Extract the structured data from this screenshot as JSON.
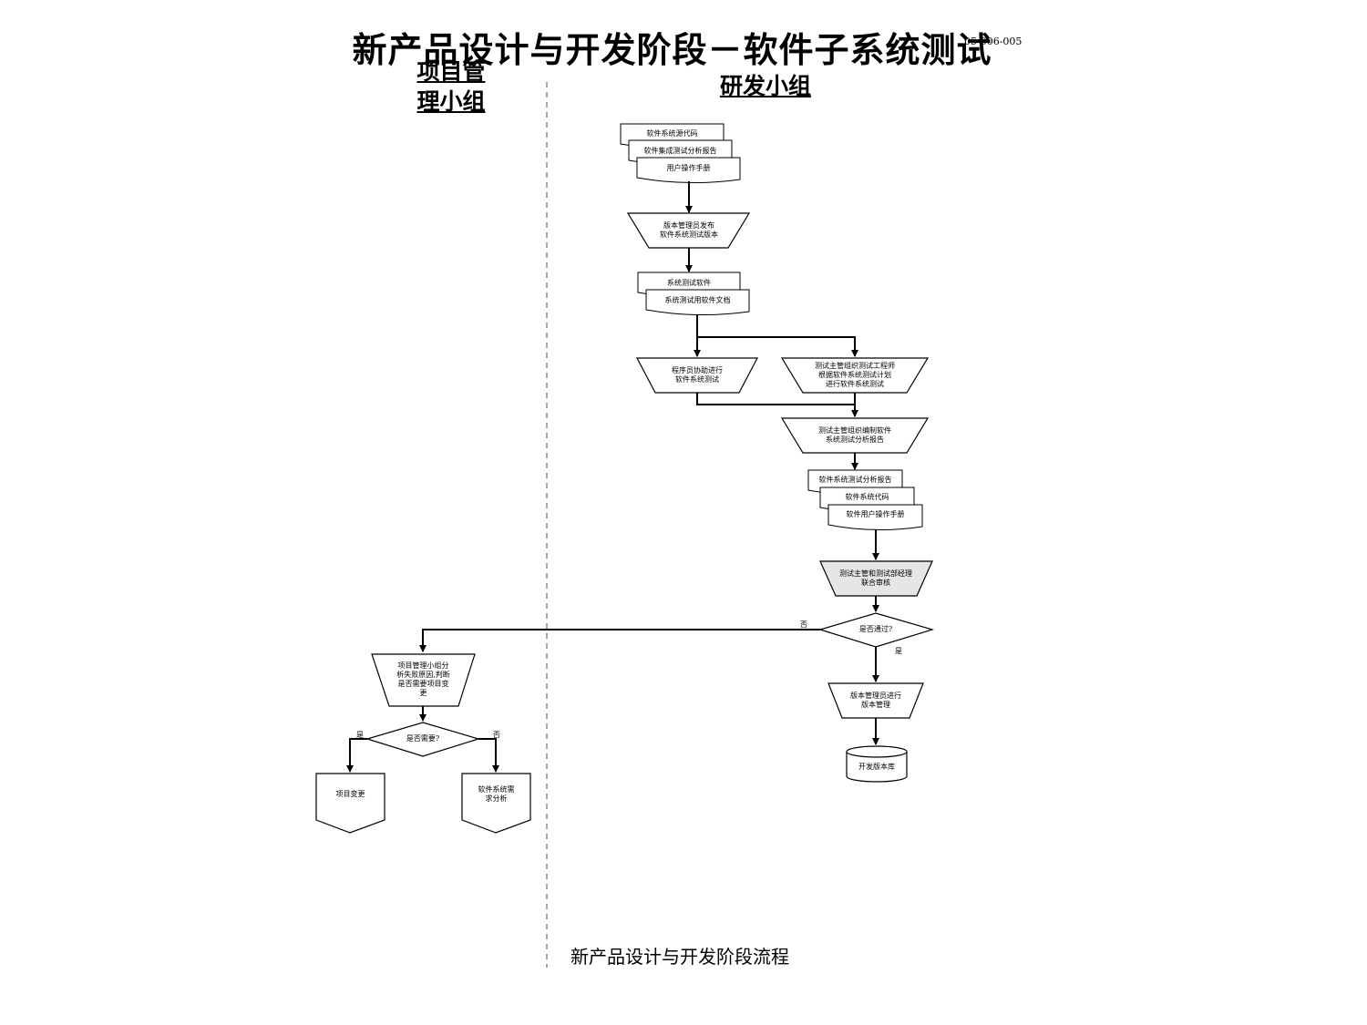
{
  "header": {
    "title": "新产品设计与开发阶段－软件子系统测试",
    "code": "05-006-005"
  },
  "lanes": {
    "project_management": "项目管\n理小组",
    "rnd": "研发小组"
  },
  "nodes": {
    "doc_source_code": "软件系统源代码",
    "doc_integration_report": "软件集成测试分析报告",
    "doc_user_manual_1": "用户操作手册",
    "proc_release": "版本管理员发布\n软件系统测试版本",
    "doc_test_software": "系统测试软件",
    "doc_test_docs": "系统测试用软件文档",
    "proc_programmer_assist": "程序员协助进行\n软件系统测试",
    "proc_test_engineers": "测试主管组织测试工程师\n根据软件系统测试计划\n进行软件系统测试",
    "proc_write_report": "测试主管组织编制软件\n系统测试分析报告",
    "doc_test_report": "软件系统测试分析报告",
    "doc_system_code": "软件系统代码",
    "doc_user_manual_2": "软件用户操作手册",
    "proc_joint_review": "测试主管和测试部经理\n联合审核",
    "dec_passed": "是否通过?",
    "proc_version_mgmt": "版本管理员进行\n版本管理",
    "store_dev_repo": "开发版本库",
    "proc_analyze_failure": "项目管理小组分\n析失败原因,判断\n是否需要项目变\n更",
    "dec_needed": "是否需要?",
    "term_project_change": "项目变更",
    "term_requirement_analysis": "软件系统需\n求分析"
  },
  "edge_labels": {
    "passed_no": "否",
    "passed_yes": "是",
    "needed_yes": "是",
    "needed_no": "否"
  },
  "footer": "新产品设计与开发阶段流程"
}
